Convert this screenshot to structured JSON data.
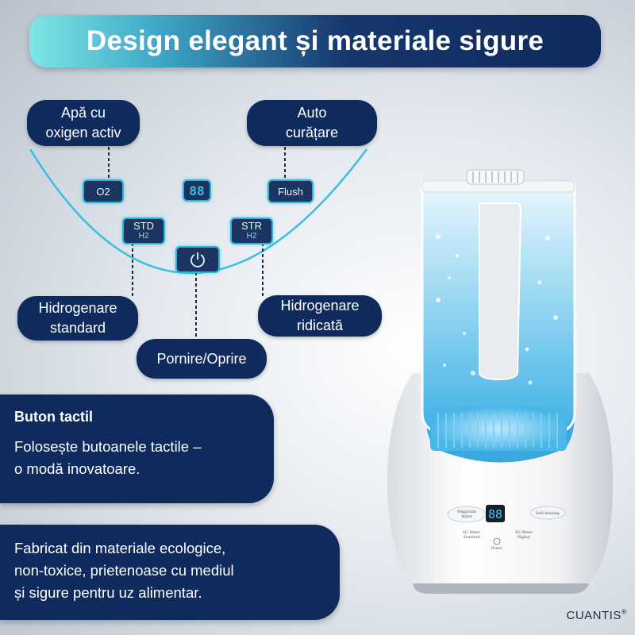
{
  "banner": {
    "title": "Design elegant și materiale sigure"
  },
  "labels": {
    "oxygen": [
      "Apă cu",
      "oxigen activ"
    ],
    "self_clean": [
      "Auto",
      "curățare"
    ],
    "std_hydrogen": [
      "Hidrogenare",
      "standard"
    ],
    "power": "Pornire/Oprire",
    "high_hydrogen": [
      "Hidrogenare",
      "ridicată"
    ]
  },
  "keys": {
    "o2": "O2",
    "flush": "Flush",
    "std": "STD",
    "std_sub": "H2",
    "str": "STR",
    "str_sub": "H2",
    "display": "88"
  },
  "card_touch": {
    "title": "Buton tactil",
    "lines": [
      "Folosește butoanele tactile –",
      "o modă inovatoare."
    ]
  },
  "card_materials": {
    "lines": [
      "Fabricat din materiale ecologice,",
      "non-toxice, prietenoase cu mediul",
      "și sigure pentru uz alimentar."
    ]
  },
  "device_panel": {
    "magnetize": [
      "Magnetize",
      "Water"
    ],
    "self_cleaning": "Self-cleaning",
    "h2_standard": [
      "H2 Water",
      "Standard"
    ],
    "h2_higher": [
      "H2 Water",
      "Higher"
    ],
    "power": "Power",
    "display": "88"
  },
  "brand": {
    "name": "CUANTIS",
    "mark": "®"
  },
  "colors": {
    "navy": "#0f2a5c",
    "accent": "#2fb4d8",
    "water": "#5fc4ee"
  }
}
